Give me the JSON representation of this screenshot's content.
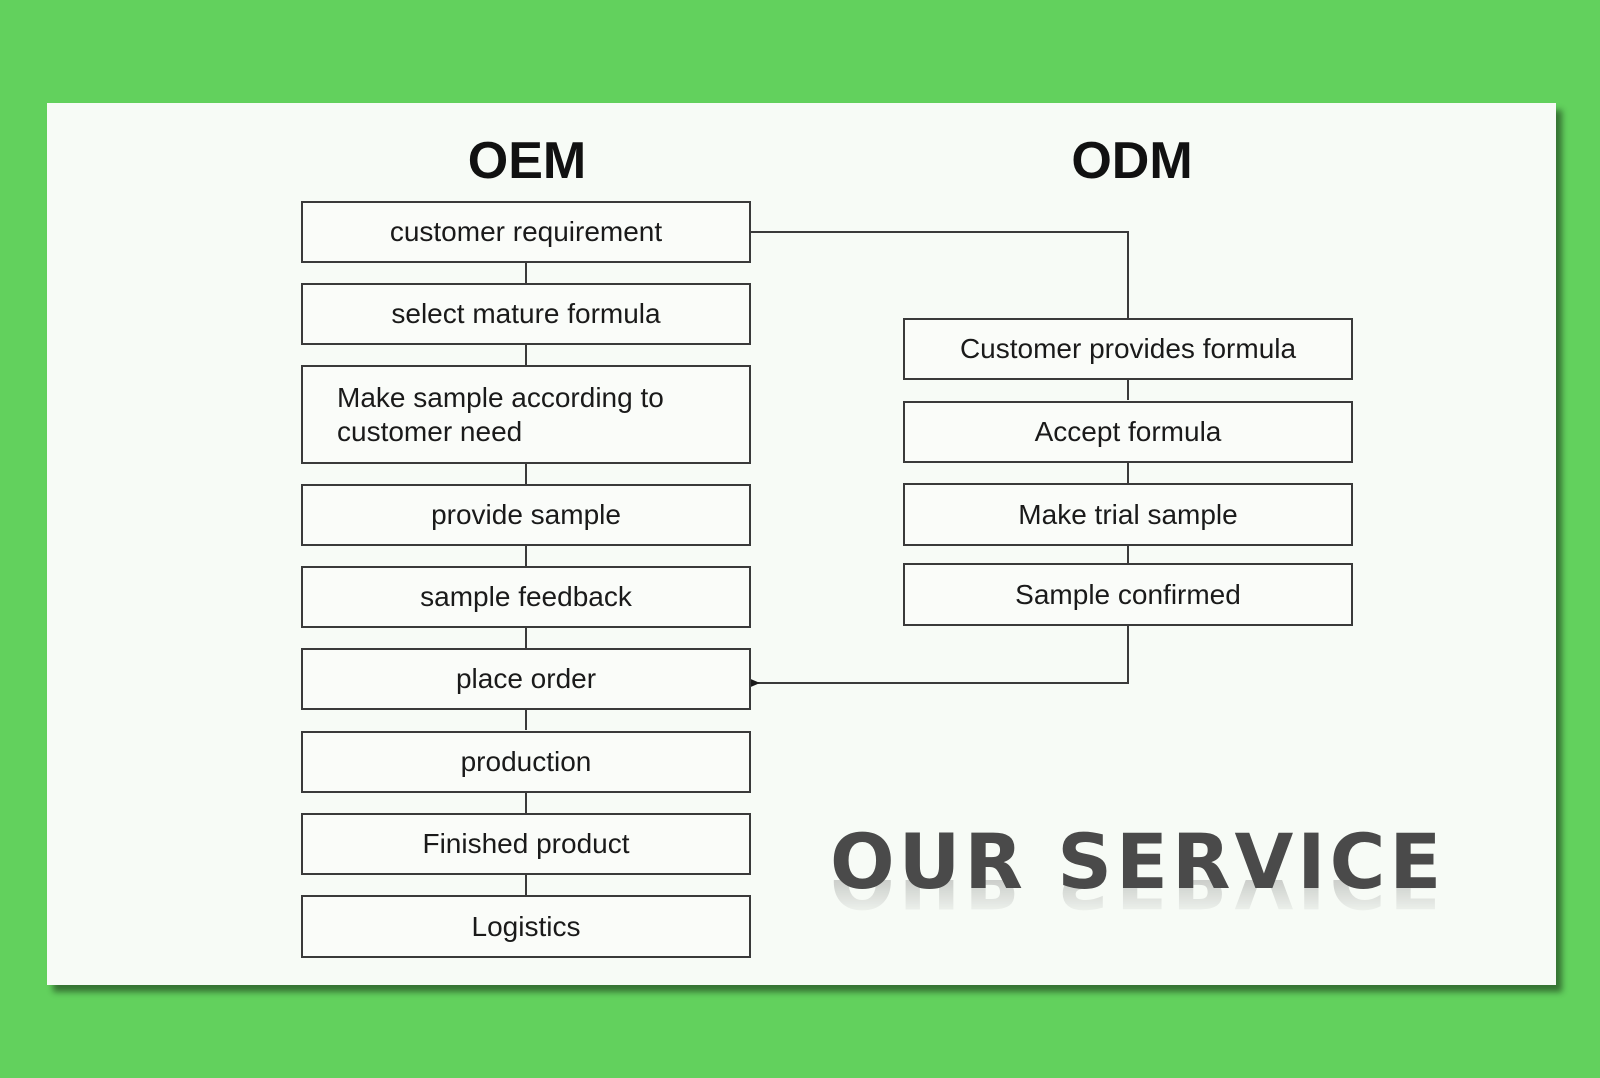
{
  "diagram": {
    "oem": {
      "title": "OEM",
      "steps": [
        "customer requirement",
        "select mature formula",
        "Make sample according to\ncustomer need",
        "provide sample",
        "sample feedback",
        "place order",
        "production",
        "Finished product",
        "Logistics"
      ]
    },
    "odm": {
      "title": "ODM",
      "steps": [
        "Customer provides formula",
        "Accept formula",
        "Make trial sample",
        "Sample confirmed"
      ]
    },
    "footer_title": "OUR SERVICE"
  },
  "colors": {
    "background": "#62d15d",
    "panel": "#f7fbf6",
    "border": "#3a3a3a",
    "text": "#1a1a1a",
    "service_text": "#4a4a4a"
  }
}
